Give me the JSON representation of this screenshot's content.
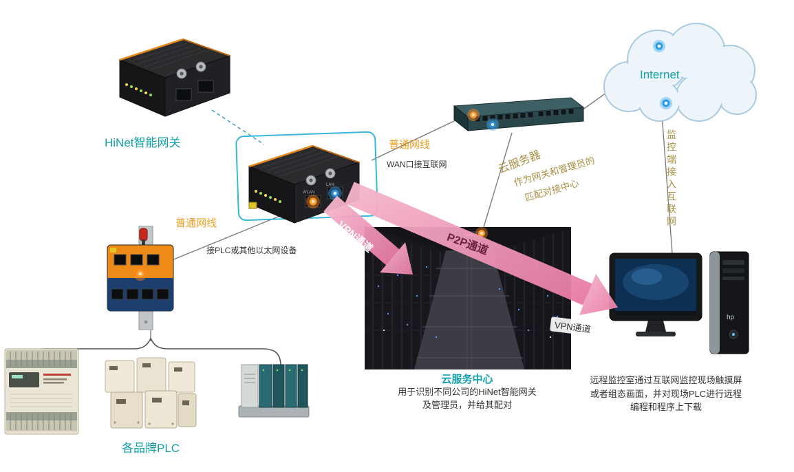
{
  "colors": {
    "teal": "#13a0a8",
    "orange": "#ef9c1e",
    "gold": "#a88f44",
    "pink_arrow": "#ed88ad",
    "highlight_blue": "#39b7dc",
    "dark_text": "#333333"
  },
  "nodes": {
    "hinet_gateway_label": "HiNet智能网关",
    "internet_label": "Internet",
    "plc_group_label": "各品牌PLC",
    "cloud_center": {
      "title": "云服务中心",
      "line1": "用于识别不同公司的HiNet智能网关",
      "line2": "及管理员，并给其配对"
    },
    "remote_room": {
      "line1": "远程监控室通过互联网监控现场触摸屏",
      "line2": "或者组态画面，并对现场PLC进行远程",
      "line3": "编程和程序上下载"
    }
  },
  "connections": {
    "cable_top": "普通网线",
    "cable_top_note": "WAN口接互联网",
    "cable_left": "普通网线",
    "cable_left_note": "接PLC或其他以太网设备",
    "cloud_server": "云服务器",
    "cloud_server_note1": "作为网关和管理员的",
    "cloud_server_note2": "匹配对接中心",
    "monitor_access": "监控端接入互联网",
    "vpn_tunnel_left": "VPN通道",
    "p2p_tunnel": "P2P通道",
    "vpn_tunnel_right": "VPN通道"
  },
  "devices": {
    "gateway": {
      "wlan_port": "WLAN",
      "lan_port": "LAN"
    },
    "pc": {
      "logo": "hp"
    }
  }
}
